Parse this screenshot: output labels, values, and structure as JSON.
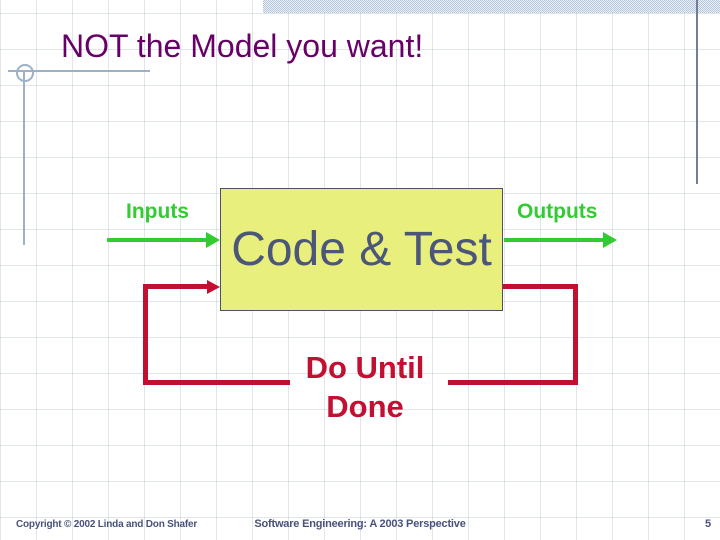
{
  "slide": {
    "title": "NOT the Model you want!",
    "diagram": {
      "input_label": "Inputs",
      "output_label": "Outputs",
      "process_box_label": "Code & Test",
      "loop_label_line1": "Do Until",
      "loop_label_line2": "Done"
    },
    "footer": {
      "left": "Copyright © 2002 Linda and Don Shafer",
      "center": "Software Engineering: A 2003 Perspective",
      "page_number": "5"
    },
    "colors": {
      "title_purple": "#670067",
      "label_green": "#33cb33",
      "loop_red": "#c11031",
      "box_fill": "#e9ef7d",
      "box_border": "#4b5166",
      "box_text": "#4b5679",
      "footer_text": "#49527b",
      "accent_bar_blue": "#b3c5db",
      "ornament_line": "#9db0c8"
    }
  }
}
